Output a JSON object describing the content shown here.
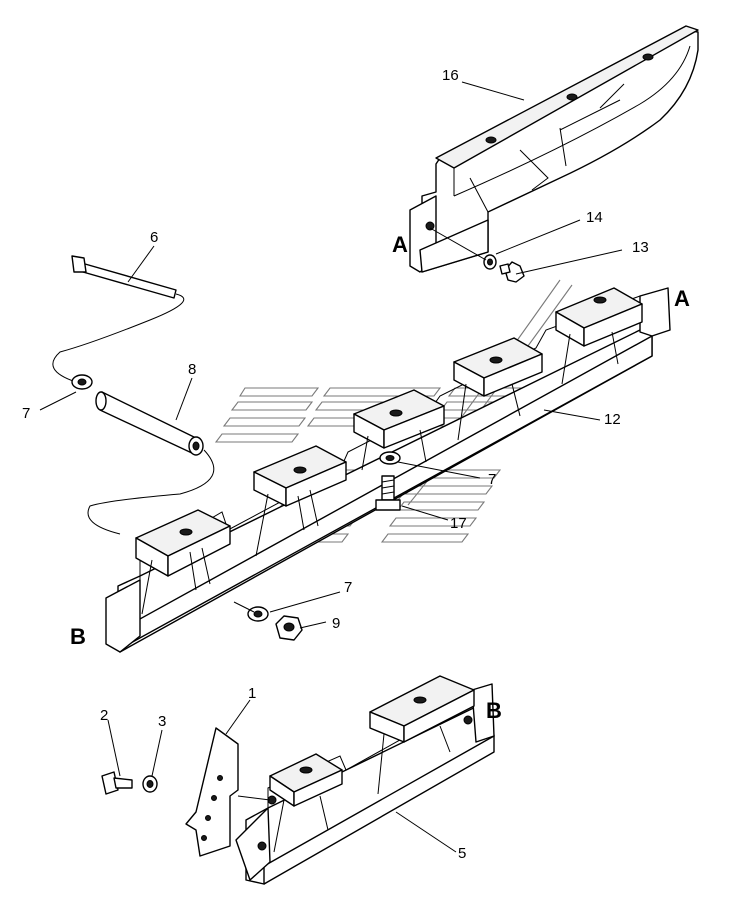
{
  "labels": {
    "p1": "1",
    "p2": "2",
    "p3": "3",
    "p5": "5",
    "p6": "6",
    "p7a": "7",
    "p7b": "7",
    "p7c": "7",
    "p8": "8",
    "p9": "9",
    "p12": "12",
    "p13": "13",
    "p14": "14",
    "p16": "16",
    "p17": "17"
  },
  "markers": {
    "a_left": "A",
    "a_right": "A",
    "b_left": "B",
    "b_right": "B"
  },
  "icons": {
    "watermark": "brand-logo-watermark"
  }
}
